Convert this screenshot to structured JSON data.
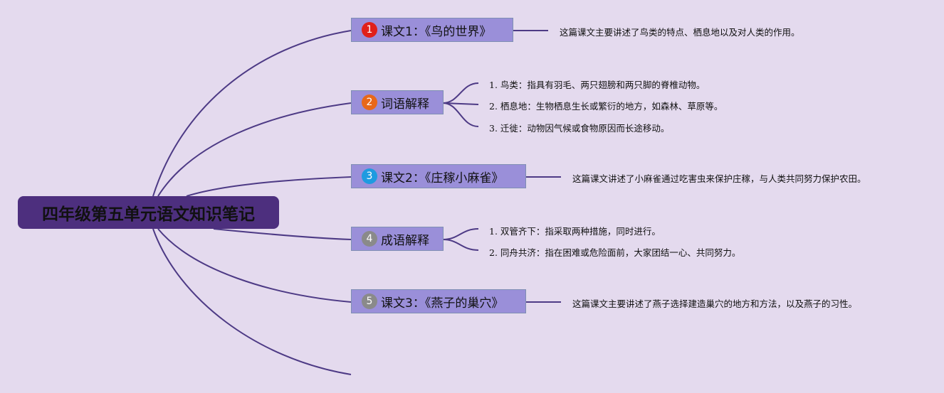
{
  "root": {
    "title": "四年级第五单元语文知识笔记"
  },
  "colors": {
    "line": "#4d2f7e",
    "node": "#9a8fd9",
    "root": "#4d2f7e"
  },
  "branches": [
    {
      "badge": "1",
      "badge_color": "#e0201a",
      "label": "课文1：《鸟的世界》",
      "items": [
        "这篇课文主要讲述了鸟类的特点、栖息地以及对人类的作用。"
      ]
    },
    {
      "badge": "2",
      "badge_color": "#e8681a",
      "label": "词语解释",
      "items": [
        "1. 鸟类：指具有羽毛、两只翅膀和两只脚的脊椎动物。",
        "2. 栖息地：生物栖息生长或繁衍的地方，如森林、草原等。",
        "3. 迁徙：动物因气候或食物原因而长途移动。"
      ]
    },
    {
      "badge": "3",
      "badge_color": "#1e9be0",
      "label": "课文2：《庄稼小麻雀》",
      "items": [
        "这篇课文讲述了小麻雀通过吃害虫来保护庄稼，与人类共同努力保护农田。"
      ]
    },
    {
      "badge": "4",
      "badge_color": "#8a8a8a",
      "label": "成语解释",
      "items": [
        "1. 双管齐下：指采取两种措施，同时进行。",
        "2. 同舟共济：指在困难或危险面前，大家团结一心、共同努力。"
      ]
    },
    {
      "badge": "5",
      "badge_color": "#8a8a8a",
      "label": "课文3：《燕子的巢穴》",
      "items": [
        "这篇课文主要讲述了燕子选择建造巢穴的地方和方法，以及燕子的习性。"
      ]
    }
  ]
}
